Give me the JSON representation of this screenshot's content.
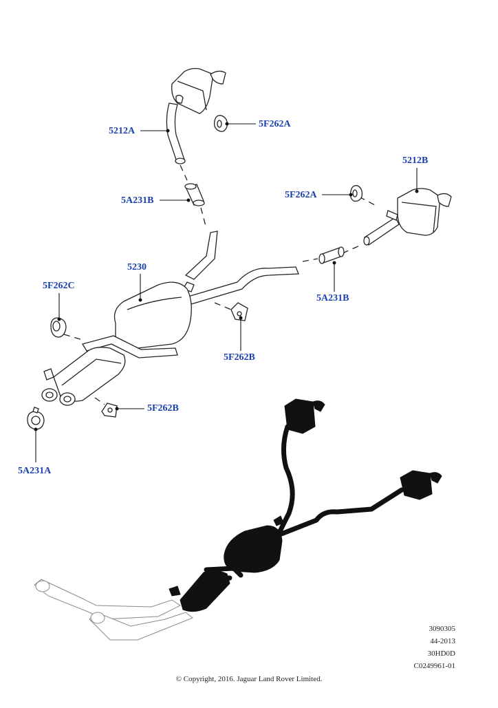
{
  "callouts": {
    "c_5212A": "5212A",
    "c_5F262A_top": "5F262A",
    "c_5A231B_top": "5A231B",
    "c_5212B": "5212B",
    "c_5F262A_right": "5F262A",
    "c_5230": "5230",
    "c_5F262C": "5F262C",
    "c_5A231B_right": "5A231B",
    "c_5F262B_mid": "5F262B",
    "c_5F262B_low": "5F262B",
    "c_5A231A": "5A231A"
  },
  "reference": {
    "line1": "3090305",
    "line2": "44-2013",
    "line3": "30HD0D",
    "line4": "C0249961-01"
  },
  "copyright": "© Copyright, 2016. Jaguar Land Rover Limited.",
  "colors": {
    "callout": "#1a3fb0",
    "line": "#222222",
    "highlight": "#111111"
  }
}
